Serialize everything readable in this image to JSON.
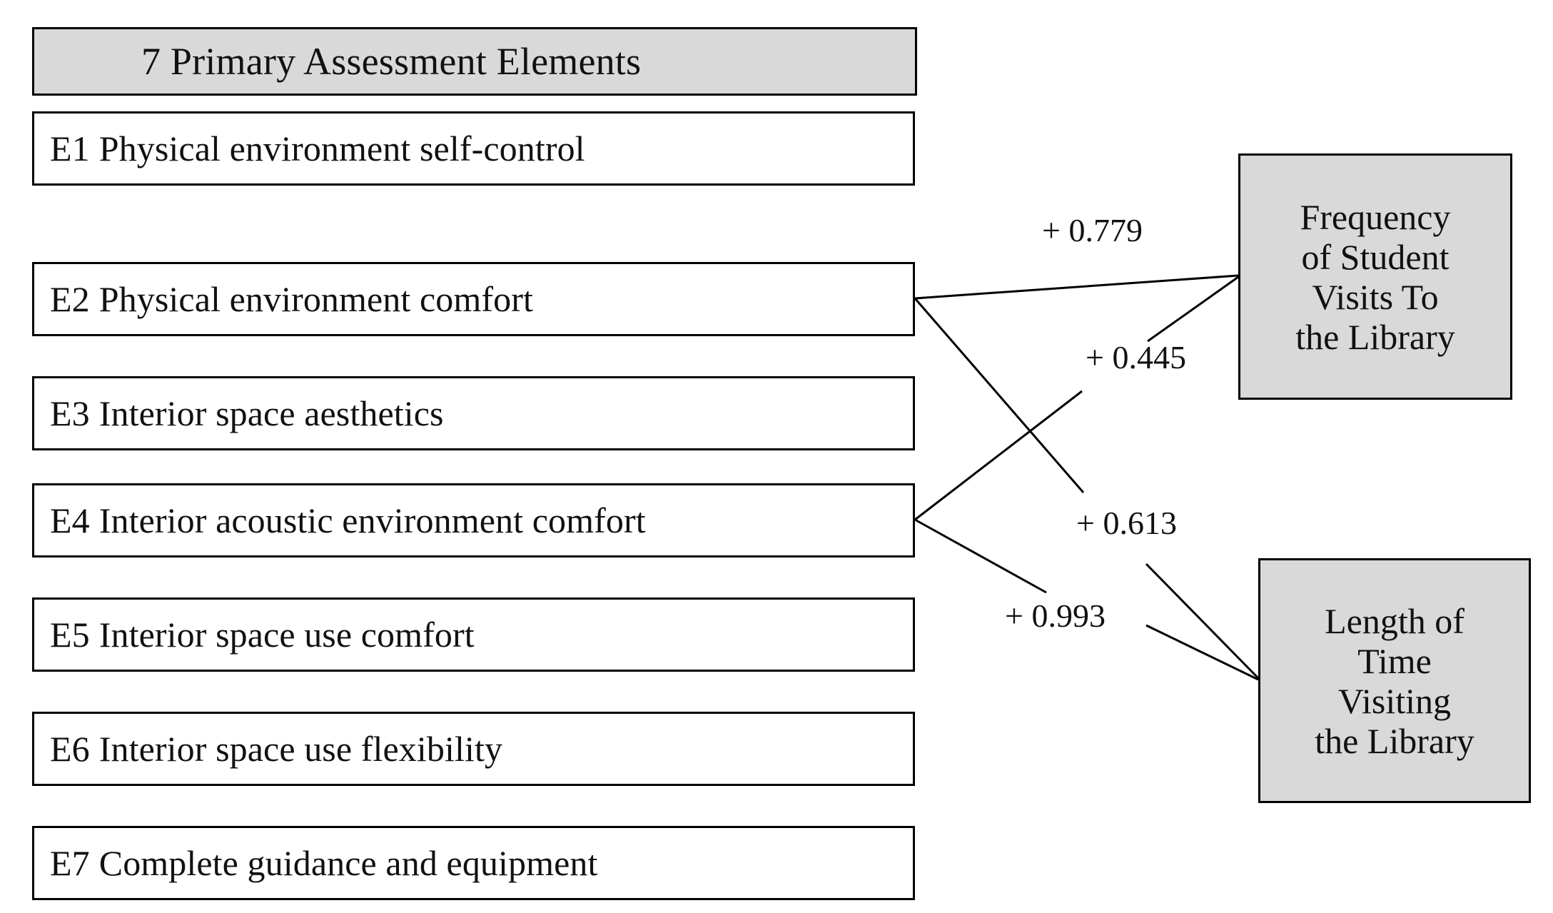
{
  "header": {
    "title": "7 Primary Assessment Elements"
  },
  "elements": [
    {
      "code": "E1",
      "text": "Physical environment self-control"
    },
    {
      "code": "E2",
      "text": "Physical environment comfort"
    },
    {
      "code": "E3",
      "text": "Interior space aesthetics"
    },
    {
      "code": "E4",
      "text": "Interior acoustic environment comfort"
    },
    {
      "code": "E5",
      "text": "Interior space use comfort"
    },
    {
      "code": "E6",
      "text": "Interior space use flexibility"
    },
    {
      "code": "E7",
      "text": "Complete guidance and equipment"
    }
  ],
  "outcomes": [
    {
      "id": "frequency",
      "lines": [
        "Frequency",
        "of Student",
        "Visits To",
        "the Library"
      ]
    },
    {
      "id": "length",
      "lines": [
        "Length of",
        "Time",
        "Visiting",
        "the Library"
      ]
    }
  ],
  "edges": [
    {
      "from": "E2",
      "to": "frequency",
      "label": "+ 0.779",
      "value": 0.779,
      "sign": "+"
    },
    {
      "from": "E4",
      "to": "frequency",
      "label": "+ 0.445",
      "value": 0.445,
      "sign": "+"
    },
    {
      "from": "E2",
      "to": "length",
      "label": "+ 0.613",
      "value": 0.613,
      "sign": "+"
    },
    {
      "from": "E4",
      "to": "length",
      "label": "+ 0.993",
      "value": 0.993,
      "sign": "+"
    }
  ],
  "colors": {
    "shaded_fill": "#d9d9d9",
    "plain_fill": "#ffffff",
    "stroke": "#000000",
    "text": "#111111",
    "background": "#ffffff"
  }
}
